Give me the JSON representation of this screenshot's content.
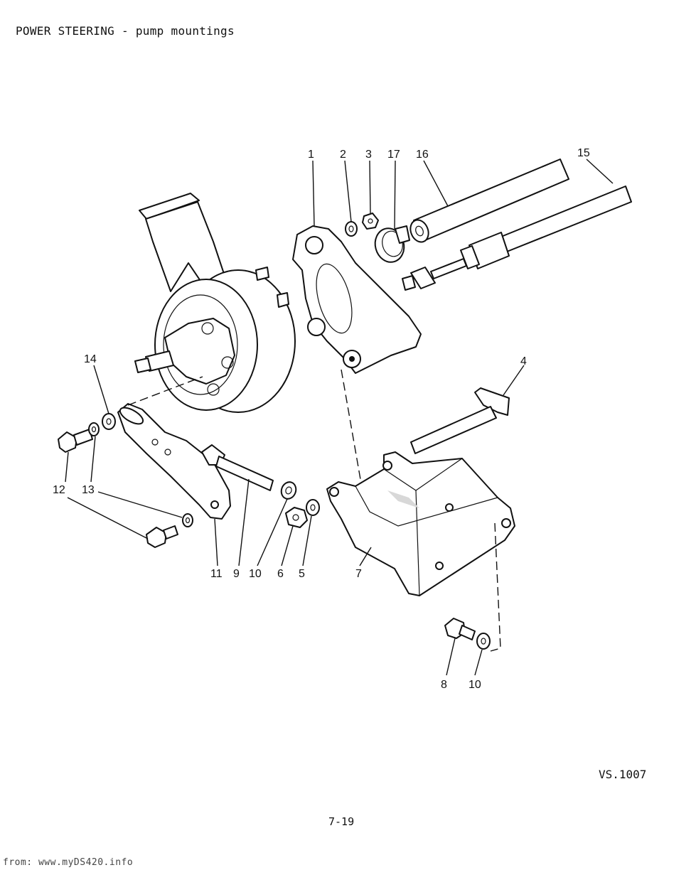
{
  "header": {
    "title": "POWER STEERING - pump mountings"
  },
  "footer": {
    "ref_code": "VS.1007",
    "page_number": "7-19",
    "source": "from: www.myDS420.info"
  },
  "callouts": [
    {
      "id": "1",
      "text": "1"
    },
    {
      "id": "2",
      "text": "2"
    },
    {
      "id": "3",
      "text": "3"
    },
    {
      "id": "17",
      "text": "17"
    },
    {
      "id": "16",
      "text": "16"
    },
    {
      "id": "15",
      "text": "15"
    },
    {
      "id": "14",
      "text": "14"
    },
    {
      "id": "4",
      "text": "4"
    },
    {
      "id": "12",
      "text": "12"
    },
    {
      "id": "13",
      "text": "13"
    },
    {
      "id": "11",
      "text": "11"
    },
    {
      "id": "9",
      "text": "9"
    },
    {
      "id": "10a",
      "text": "10"
    },
    {
      "id": "6",
      "text": "6"
    },
    {
      "id": "5",
      "text": "5"
    },
    {
      "id": "7",
      "text": "7"
    },
    {
      "id": "8",
      "text": "8"
    },
    {
      "id": "10b",
      "text": "10"
    }
  ]
}
